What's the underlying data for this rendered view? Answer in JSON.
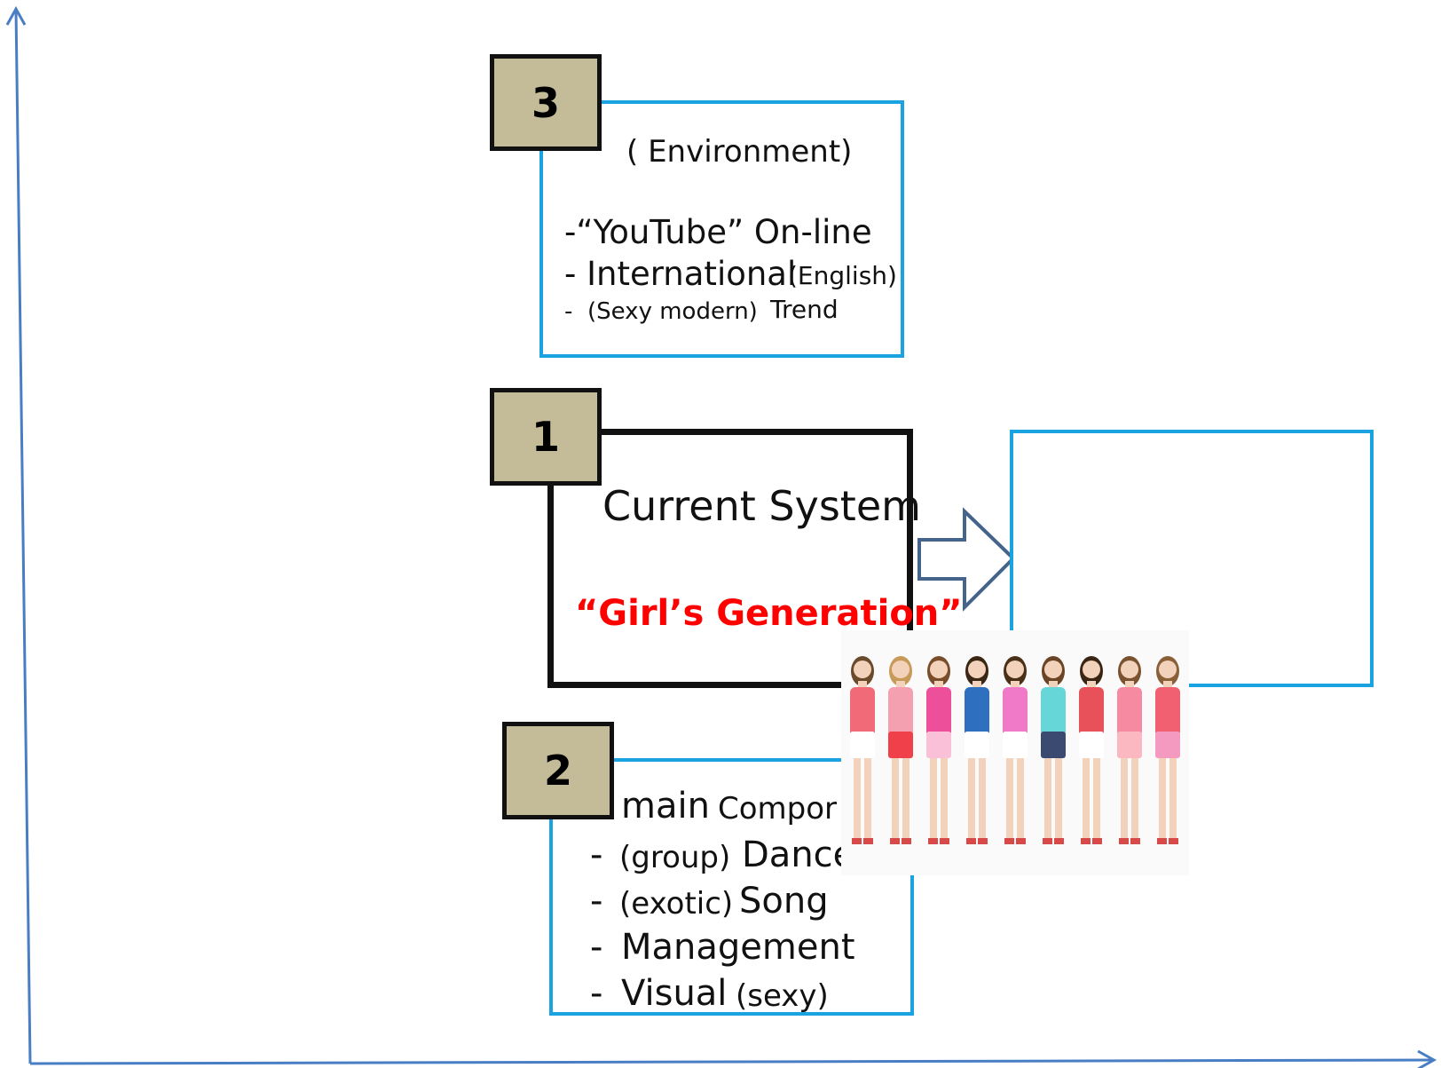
{
  "diagram": {
    "box3": {
      "badge": "3",
      "heading": "( Environment)",
      "items": [
        {
          "prefix": "-“YouTube” On-line",
          "detail": ""
        },
        {
          "prefix": "- International",
          "detail": "(English)"
        },
        {
          "prefix": "- ",
          "detail": "(Sexy modern)",
          "suffix": "Trend"
        }
      ]
    },
    "box1": {
      "badge": "1",
      "heading": "Current System",
      "highlight": "“Girl’s Generation”",
      "highlight_color": "#ff0000"
    },
    "box2": {
      "badge": "2",
      "heading_main": "main",
      "heading_rest": "Compor",
      "items": [
        {
          "dash": "-",
          "detail": "(group)",
          "main": "Dance"
        },
        {
          "dash": "-",
          "detail": "(exotic)",
          "main": "Song"
        },
        {
          "dash": "-",
          "detail": "",
          "main": "Management"
        },
        {
          "dash": "-",
          "main": "Visual",
          "detail": "(sexy)"
        }
      ]
    },
    "colors": {
      "box_border": "#1aa3e0",
      "badge_fill": "#c4bc98",
      "arrow_stroke": "#44648c",
      "axis": "#4a7ec4"
    }
  }
}
